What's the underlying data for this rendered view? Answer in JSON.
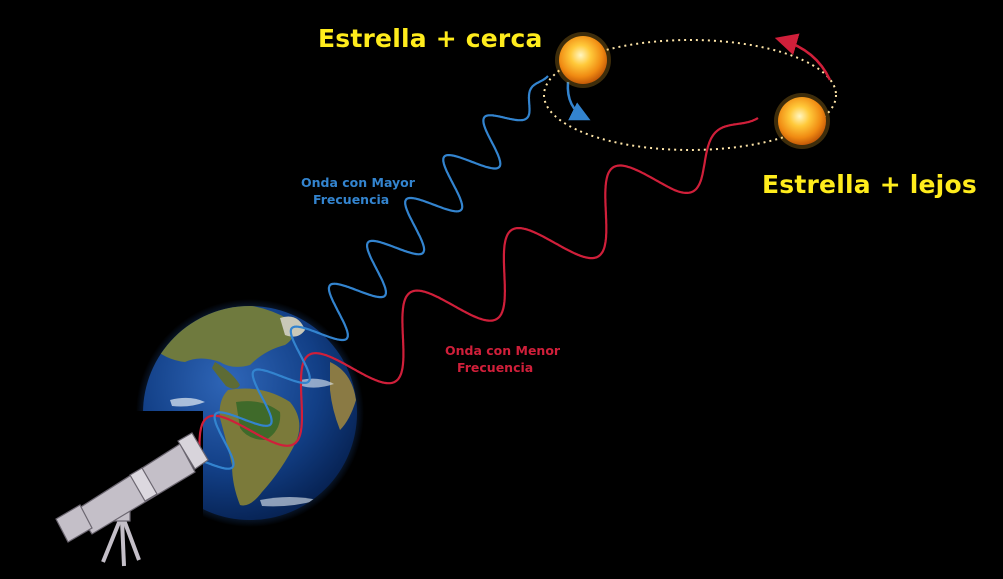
{
  "labels": {
    "star_near": "Estrella + cerca",
    "star_far": "Estrella + lejos",
    "high_freq_line1": "Onda con Mayor",
    "high_freq_line2": "Frecuencia",
    "low_freq_line1": "Onda con Menor",
    "low_freq_line2": "Frecuencia"
  },
  "colors": {
    "background": "#000000",
    "label_yellow": "#ffec1c",
    "wave_blue": "#3384cf",
    "wave_red": "#d01f3a",
    "orbit": "#ffe6a8",
    "star": "#f2a21a",
    "telescope": "#c4bfc8"
  },
  "icons": {
    "near_star": "sun-icon",
    "far_star": "sun-icon",
    "earth": "earth-globe-icon",
    "observer": "telescope-icon"
  }
}
